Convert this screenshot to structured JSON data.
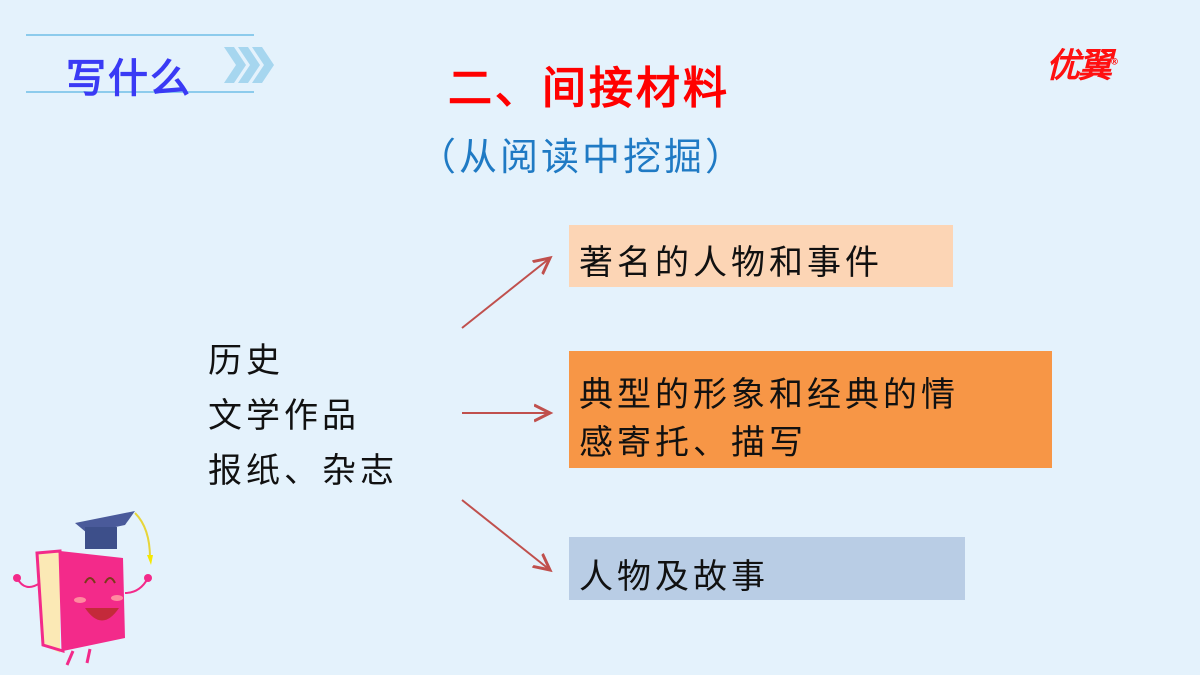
{
  "header": {
    "section_label": "写什么",
    "title": "二、间接材料",
    "subtitle": "（从阅读中挖掘）",
    "logo": "优翼",
    "logo_mark": "®"
  },
  "sources": [
    "历史",
    "文学作品",
    "报纸、杂志"
  ],
  "targets": [
    {
      "text": "著名的人物和事件",
      "color": "#fcd5b5"
    },
    {
      "lines": [
        "典型的形象和经典的情",
        "感寄托、描写"
      ],
      "color": "#f79646"
    },
    {
      "text": "人物及故事",
      "color": "#b9cde5"
    }
  ],
  "colors": {
    "arrow": "#c0504d",
    "title": "#ff0000",
    "subtitle": "#1f7ac4"
  }
}
